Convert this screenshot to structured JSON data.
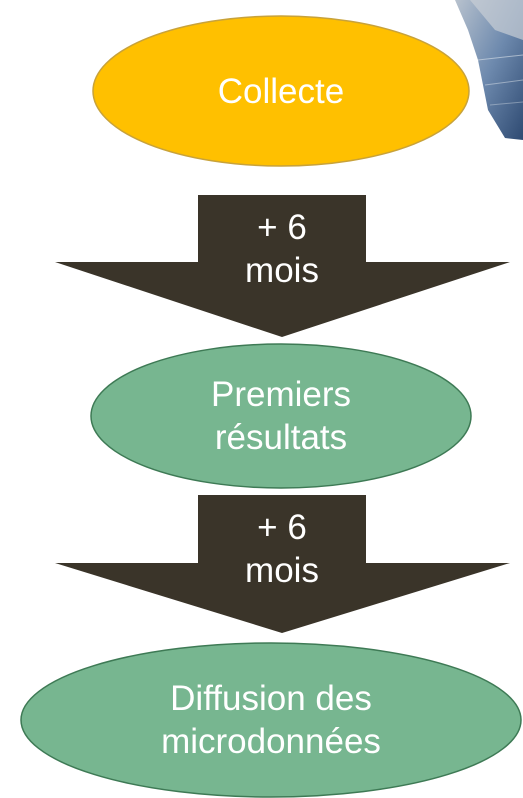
{
  "diagram": {
    "steps": [
      {
        "label": "Collecte",
        "color": "#FFC000",
        "text_color": "#FFFFFF"
      },
      {
        "label_lines": [
          "Premiers",
          "résultats"
        ],
        "color": "#77B690",
        "text_color": "#FFFFFF"
      },
      {
        "label_lines": [
          "Diffusion des",
          "microdonnées"
        ],
        "color": "#77B690",
        "text_color": "#FFFFFF"
      }
    ],
    "arrows": [
      {
        "label_lines": [
          "+ 6",
          "mois"
        ],
        "color": "#3A3429",
        "text_color": "#FFFFFF"
      },
      {
        "label_lines": [
          "+ 6",
          "mois"
        ],
        "color": "#3A3429",
        "text_color": "#FFFFFF"
      }
    ],
    "decorative_photo": {
      "colors": [
        "#2E4A72",
        "#6E8AAE",
        "#B8C2CE"
      ]
    }
  }
}
